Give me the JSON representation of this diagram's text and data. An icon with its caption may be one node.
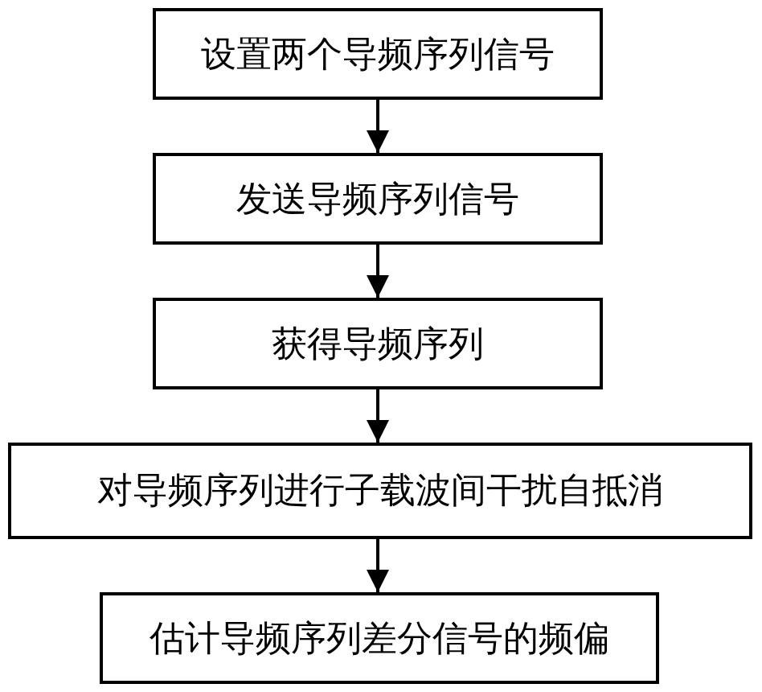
{
  "diagram": {
    "nodes": [
      {
        "text": [
          "设置两个导频序列信号"
        ]
      },
      {
        "text": [
          "发送导频序列信号"
        ]
      },
      {
        "text": [
          "获得导频序列"
        ]
      },
      {
        "text": [
          "对导频序列进行子载波间干扰自抵消"
        ]
      },
      {
        "text": [
          "估计导频序列差分信号的频偏"
        ]
      }
    ],
    "edges": [
      {
        "from": 0,
        "to": 1,
        "arrow": "to"
      },
      {
        "from": 1,
        "to": 2,
        "arrow": "to"
      },
      {
        "from": 2,
        "to": 3,
        "arrow": "to"
      },
      {
        "from": 3,
        "to": 4,
        "arrow": "to"
      }
    ]
  }
}
